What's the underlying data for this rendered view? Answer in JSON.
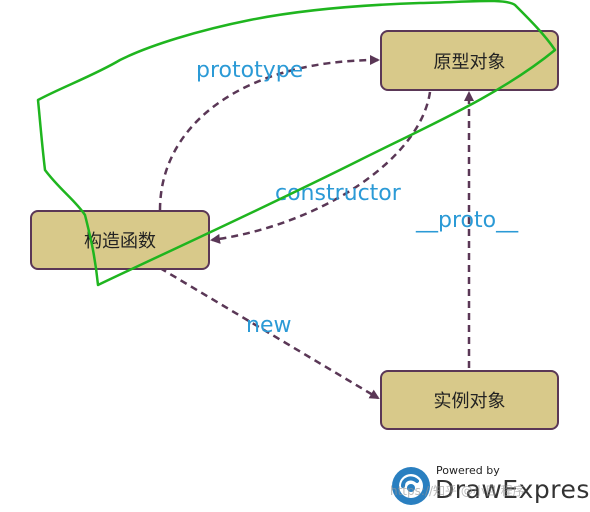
{
  "nodes": {
    "prototype_object": "原型对象",
    "constructor_function": "构造函数",
    "instance_object": "实例对象"
  },
  "edges": {
    "prototype": "prototype",
    "constructor": "constructor",
    "proto": "__proto__",
    "new": "new"
  },
  "watermark": {
    "powered_by": "Powered by",
    "brand": "DrawExpress",
    "overlay": "https://知乎 @小目 程序"
  },
  "colors": {
    "node_fill": "#d8c98a",
    "node_border": "#5a3756",
    "arrow": "#5a3756",
    "label": "#2b9ad6",
    "highlight_stroke": "#1fb51f"
  },
  "icons": {
    "logo": "drawexpress-logo-icon"
  }
}
